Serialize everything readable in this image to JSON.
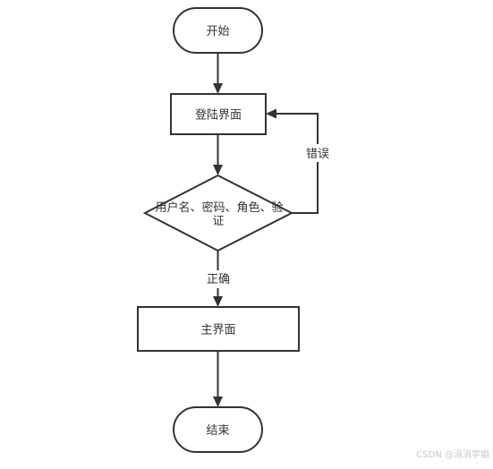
{
  "nodes": {
    "start": "开始",
    "login": "登陆界面",
    "verify_line1": "用户名、密码、角色、验",
    "verify_line2": "证",
    "main": "主界面",
    "end": "结束"
  },
  "edges": {
    "error": "错误",
    "correct": "正确"
  },
  "watermark": "CSDN @涓涓学姐",
  "colors": {
    "stroke": "#333333",
    "fill": "#ffffff",
    "watermark": "#c8c8c8"
  }
}
